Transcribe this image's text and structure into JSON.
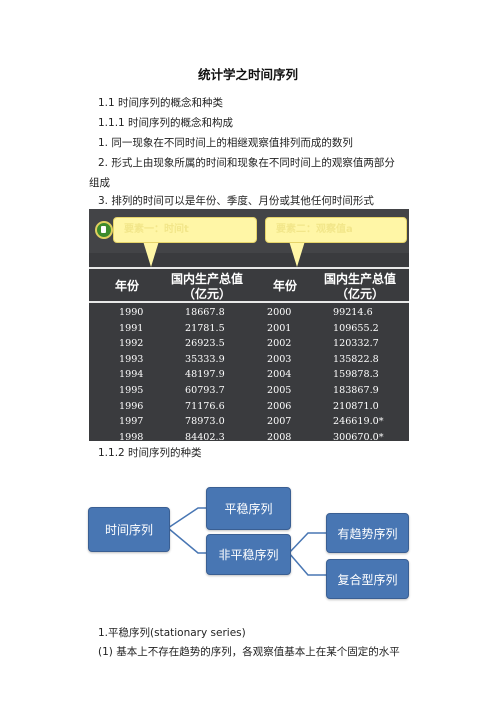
{
  "doc": {
    "title": "统计学之时间序列",
    "lines": [
      "1.1 时间序列的概念和种类",
      "1.1.1 时间序列的概念和构成",
      "1. 同一现象在不同时间上的相继观察值排列而成的数列",
      "2. 形式上由现象所属的时间和现象在不同时间上的观察值两部分",
      "组成",
      "3. 排列的时间可以是年份、季度、月份或其他任何时间形式"
    ],
    "section_2": "1.1.2 时间序列的种类",
    "para_1": "1.平稳序列(stationary series)",
    "para_2": "(1) 基本上不存在趋势的序列，各观察值基本上在某个固定的水平"
  },
  "slide": {
    "callout_1": "要素一：时间t",
    "callout_2": "要素二：观察值a",
    "headers": {
      "year": "年份",
      "gdp_line1": "国内生产总值",
      "gdp_line2": "（亿元）"
    },
    "years_left": [
      "1990",
      "1991",
      "1992",
      "1993",
      "1994",
      "1995",
      "1996",
      "1997",
      "1998"
    ],
    "gdp_left": [
      "18667.8",
      "21781.5",
      "26923.5",
      "35333.9",
      "48197.9",
      "60793.7",
      "71176.6",
      "78973.0",
      "84402.3"
    ],
    "years_right": [
      "2000",
      "2001",
      "2002",
      "2003",
      "2004",
      "2005",
      "2006",
      "2007",
      "2008"
    ],
    "gdp_right": [
      "99214.6",
      "109655.2",
      "120332.7",
      "135822.8",
      "159878.3",
      "183867.9",
      "210871.0",
      "246619.0*",
      "300670.0*"
    ]
  },
  "diagram": {
    "root": "时间序列",
    "stationary": "平稳序列",
    "nonstationary": "非平稳序列",
    "trend": "有趋势序列",
    "composite": "复合型序列"
  }
}
